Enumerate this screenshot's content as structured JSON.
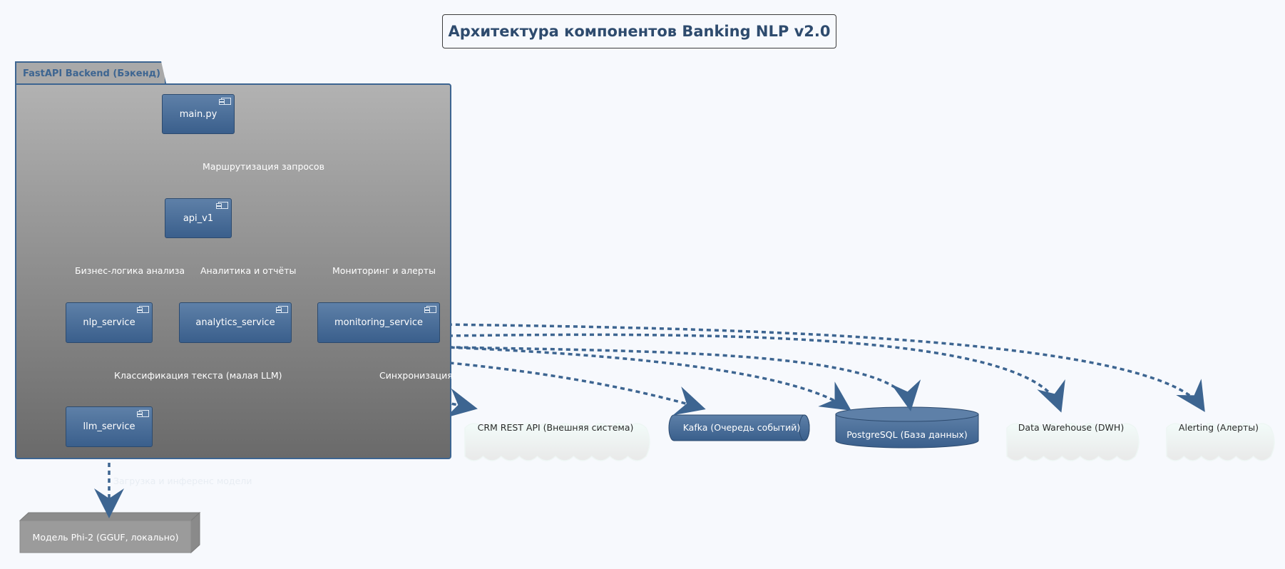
{
  "title": "Архитектура компонентов Banking NLP v2.0",
  "package": {
    "label": "FastAPI Backend (Бэкенд)"
  },
  "components": {
    "main": "main.py",
    "api": "api_v1",
    "nlp": "nlp_service",
    "analytics": "analytics_service",
    "monitoring": "monitoring_service",
    "llm": "llm_service"
  },
  "edges": {
    "main_api": "Маршрутизация запросов",
    "api_nlp": "Бизнес-логика анализа",
    "api_analytics": "Аналитика и отчёты",
    "api_monitoring": "Мониторинг и алерты",
    "nlp_llm": "Классификация текста (малая LLM)",
    "sync": "Синхронизация",
    "llm_model": "Загрузка и инференс модели"
  },
  "external": {
    "crm": "CRM REST API (Внешняя система)",
    "kafka": "Kafka (Очередь событий)",
    "postgres": "PostgreSQL (База данных)",
    "dwh": "Data Warehouse (DWH)",
    "alerting": "Alerting (Алерты)",
    "model": "Модель Phi-2 (GGUF, локально)"
  },
  "colors": {
    "accent": "#3d6591",
    "component": "#4a6d97",
    "background": "#f7f9fd",
    "package_top": "#b2b2b2",
    "package_bottom": "#6a6a6a"
  }
}
